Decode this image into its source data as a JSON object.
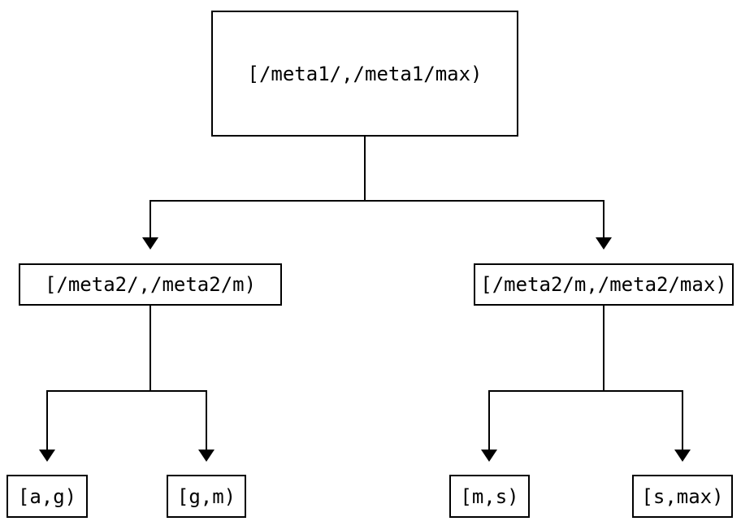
{
  "diagram": {
    "type": "binary-tree",
    "colors": {
      "stroke": "#000000",
      "background": "#ffffff",
      "text": "#000000"
    },
    "nodes": {
      "root": {
        "label": "[/meta1/,/meta1/max)"
      },
      "left": {
        "label": "[/meta2/,/meta2/m)"
      },
      "right": {
        "label": "[/meta2/m,/meta2/max)"
      },
      "leaf_ag": {
        "label": "[a,g)"
      },
      "leaf_gm": {
        "label": "[g,m)"
      },
      "leaf_ms": {
        "label": "[m,s)"
      },
      "leaf_smax": {
        "label": "[s,max)"
      }
    },
    "edges": [
      {
        "from": "root",
        "to": "left"
      },
      {
        "from": "root",
        "to": "right"
      },
      {
        "from": "left",
        "to": "leaf_ag"
      },
      {
        "from": "left",
        "to": "leaf_gm"
      },
      {
        "from": "right",
        "to": "leaf_ms"
      },
      {
        "from": "right",
        "to": "leaf_smax"
      }
    ]
  }
}
